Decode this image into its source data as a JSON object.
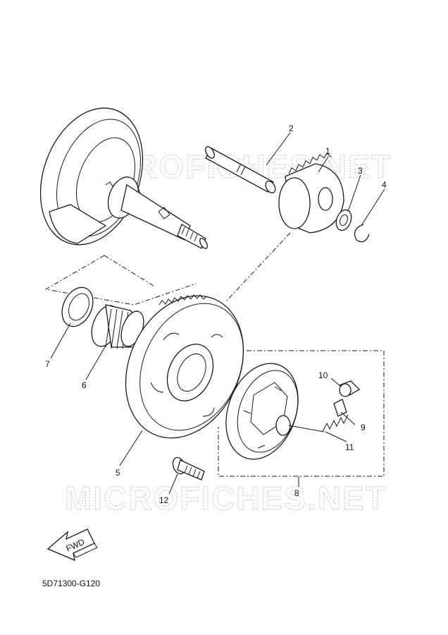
{
  "callouts": [
    "1",
    "2",
    "3",
    "4",
    "5",
    "6",
    "7",
    "8",
    "9",
    "10",
    "11",
    "12"
  ],
  "watermark": "MICROFICHES.NET",
  "fwd_label": "FWD",
  "diagram_code": "5D71300-G120"
}
